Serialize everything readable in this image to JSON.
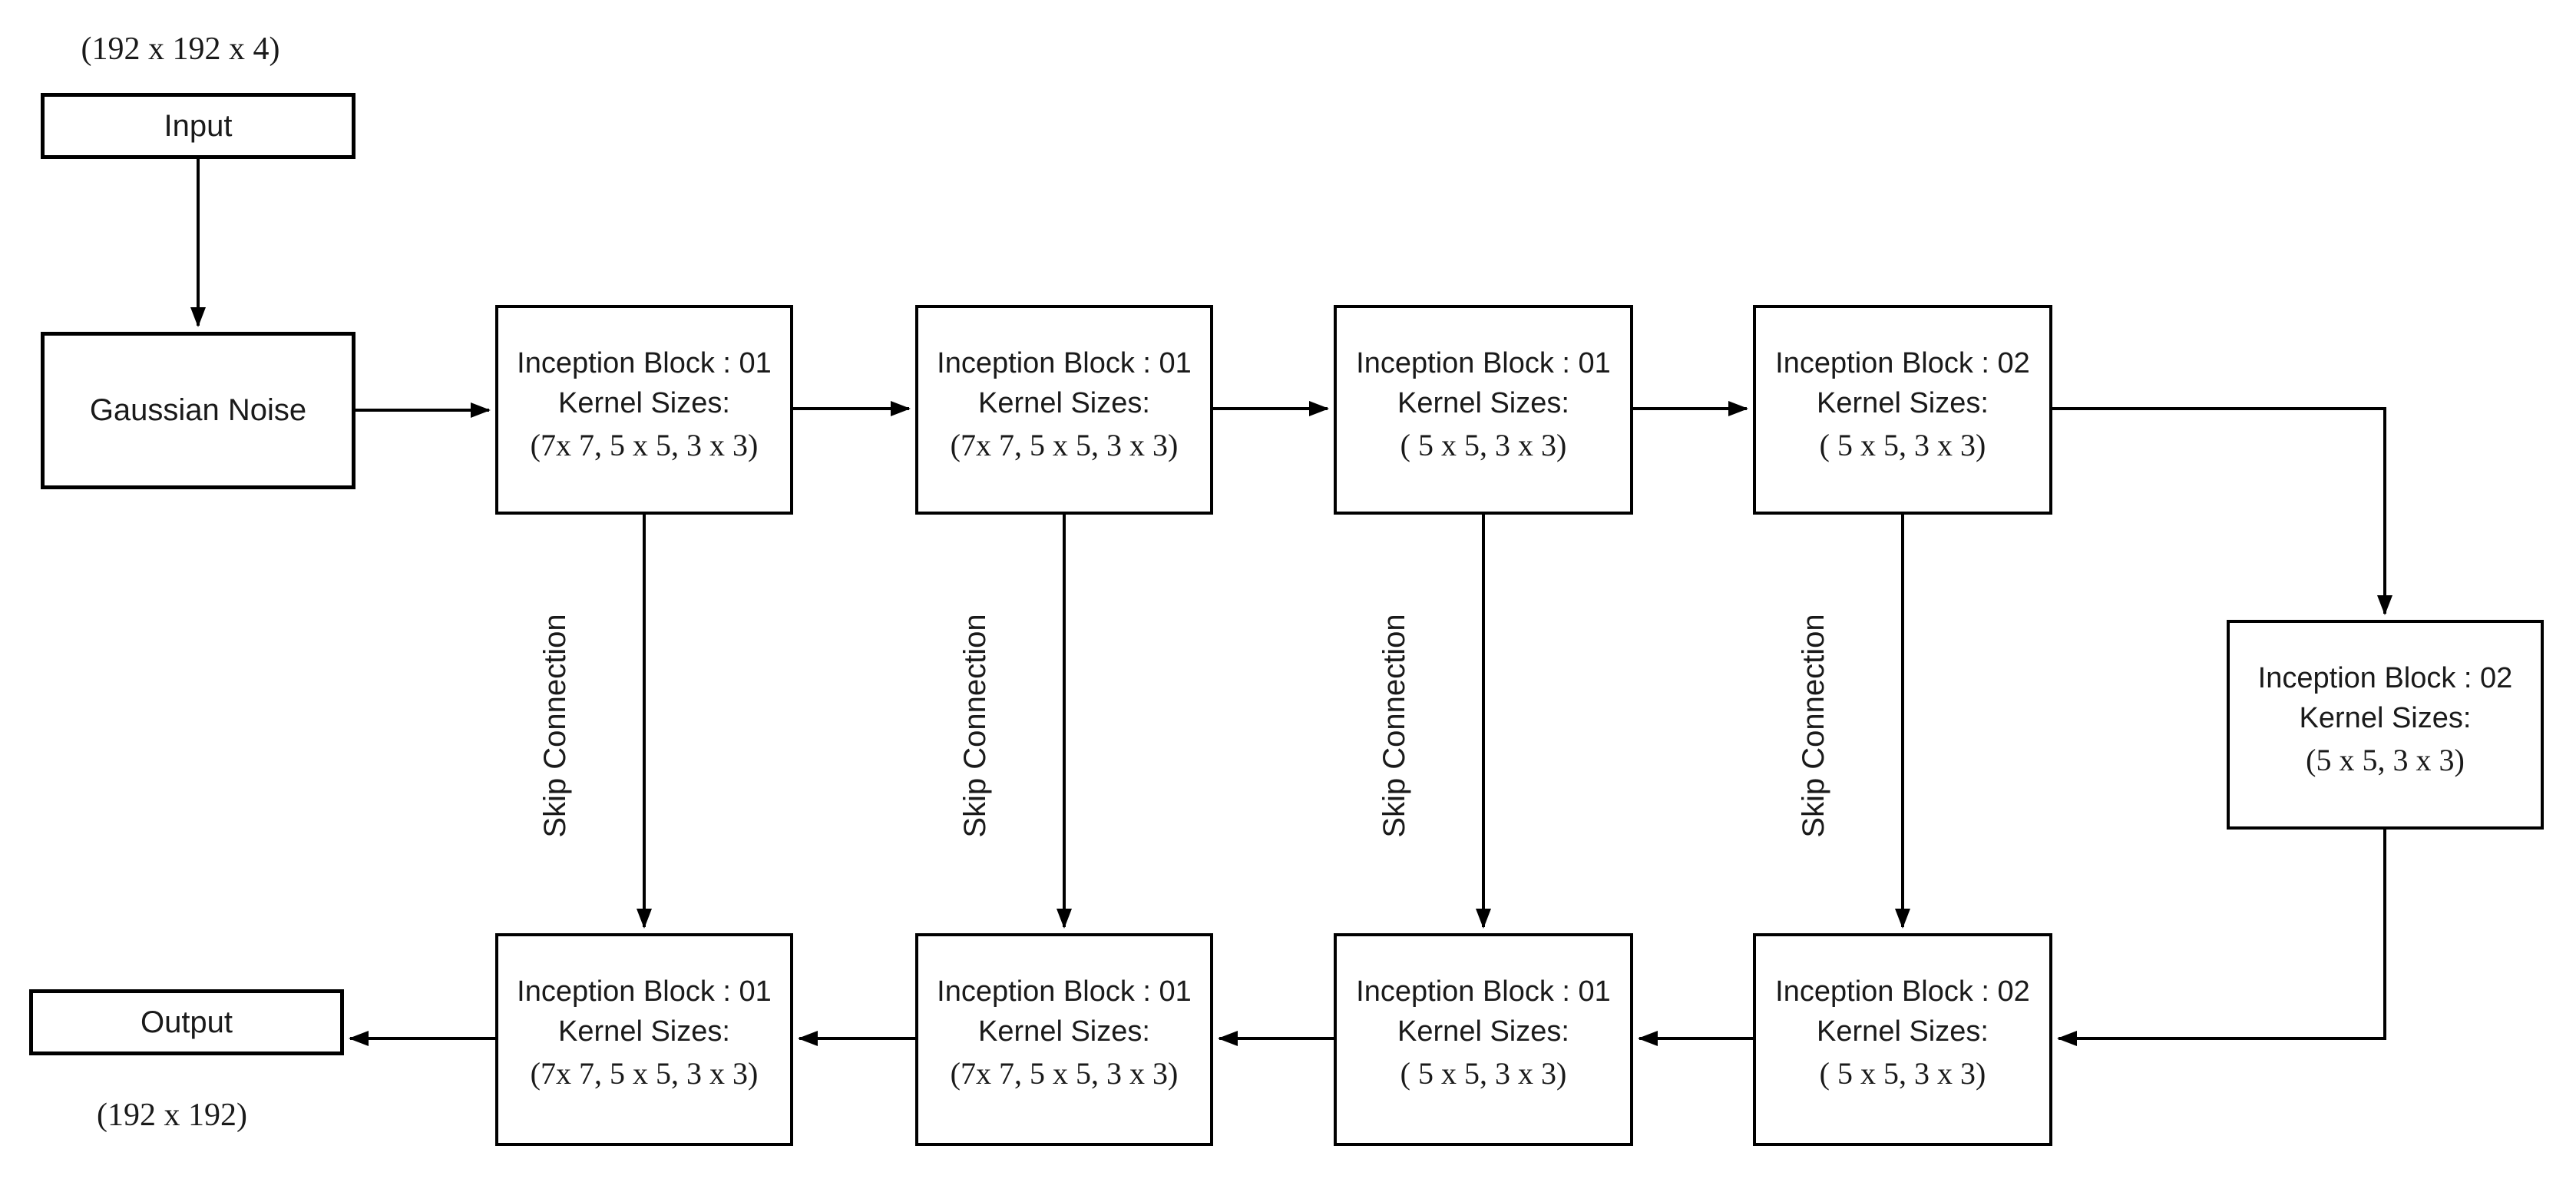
{
  "diagram": {
    "input_shape_label": "(192 x 192 x 4)",
    "output_shape_label": "(192 x 192)",
    "input_box_label": "Input",
    "gaussian_box_label": "Gaussian Noise",
    "output_box_label": "Output",
    "colors": {
      "line": "#000000",
      "text": "#1a1a1a",
      "box_background": "#ffffff"
    },
    "encoder_blocks": [
      {
        "title": "Inception Block : 01",
        "subtitle": "Kernel Sizes:",
        "kernels": "(7x 7, 5 x 5, 3 x 3)"
      },
      {
        "title": "Inception Block : 01",
        "subtitle": "Kernel Sizes:",
        "kernels": "(7x 7, 5 x 5, 3 x 3)"
      },
      {
        "title": "Inception Block : 01",
        "subtitle": "Kernel Sizes:",
        "kernels": "( 5 x 5, 3 x 3)"
      },
      {
        "title": "Inception Block : 02",
        "subtitle": "Kernel Sizes:",
        "kernels": "( 5 x 5, 3 x 3)"
      }
    ],
    "bottleneck_block": {
      "title": "Inception Block : 02",
      "subtitle": "Kernel Sizes:",
      "kernels": "(5 x 5, 3 x 3)"
    },
    "decoder_blocks": [
      {
        "title": "Inception Block : 01",
        "subtitle": "Kernel Sizes:",
        "kernels": "(7x 7, 5 x 5, 3 x 3)"
      },
      {
        "title": "Inception Block : 01",
        "subtitle": "Kernel Sizes:",
        "kernels": "(7x 7, 5 x 5, 3 x 3)"
      },
      {
        "title": "Inception Block : 01",
        "subtitle": "Kernel Sizes:",
        "kernels": "( 5 x 5, 3 x 3)"
      },
      {
        "title": "Inception Block : 02",
        "subtitle": "Kernel Sizes:",
        "kernels": "( 5 x 5, 3 x 3)"
      }
    ],
    "skip_labels": [
      "Skip Connection",
      "Skip Connection",
      "Skip Connection",
      "Skip Connection"
    ]
  }
}
